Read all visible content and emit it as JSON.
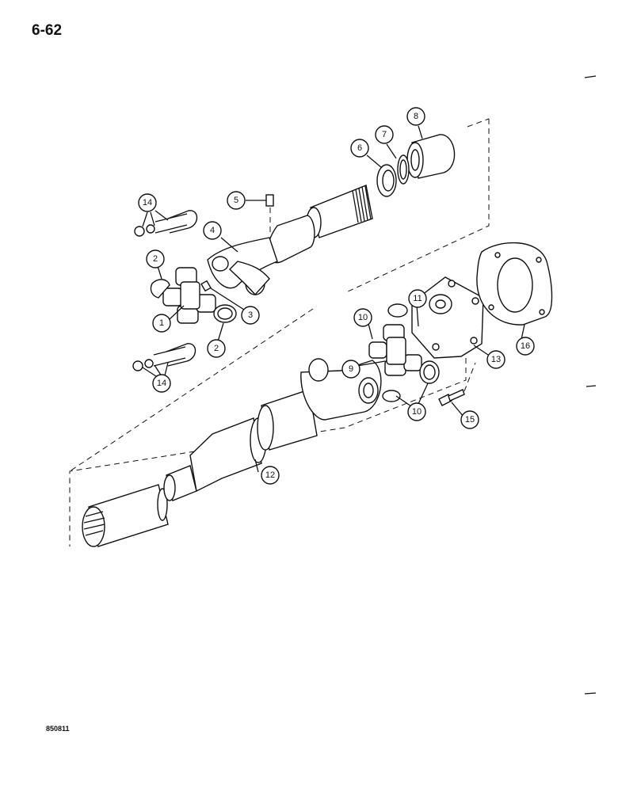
{
  "page": {
    "number": "6-62",
    "figure_code": "850811"
  },
  "callouts": [
    {
      "id": "c1",
      "label": "1"
    },
    {
      "id": "c2a",
      "label": "2"
    },
    {
      "id": "c2b",
      "label": "2"
    },
    {
      "id": "c3",
      "label": "3"
    },
    {
      "id": "c4",
      "label": "4"
    },
    {
      "id": "c5",
      "label": "5"
    },
    {
      "id": "c6",
      "label": "6"
    },
    {
      "id": "c7",
      "label": "7"
    },
    {
      "id": "c8",
      "label": "8"
    },
    {
      "id": "c9",
      "label": "9"
    },
    {
      "id": "c10a",
      "label": "10"
    },
    {
      "id": "c10b",
      "label": "10"
    },
    {
      "id": "c11",
      "label": "11"
    },
    {
      "id": "c12",
      "label": "12"
    },
    {
      "id": "c13",
      "label": "13"
    },
    {
      "id": "c14a",
      "label": "14"
    },
    {
      "id": "c14b",
      "label": "14"
    },
    {
      "id": "c15",
      "label": "15"
    },
    {
      "id": "c16",
      "label": "16"
    }
  ]
}
